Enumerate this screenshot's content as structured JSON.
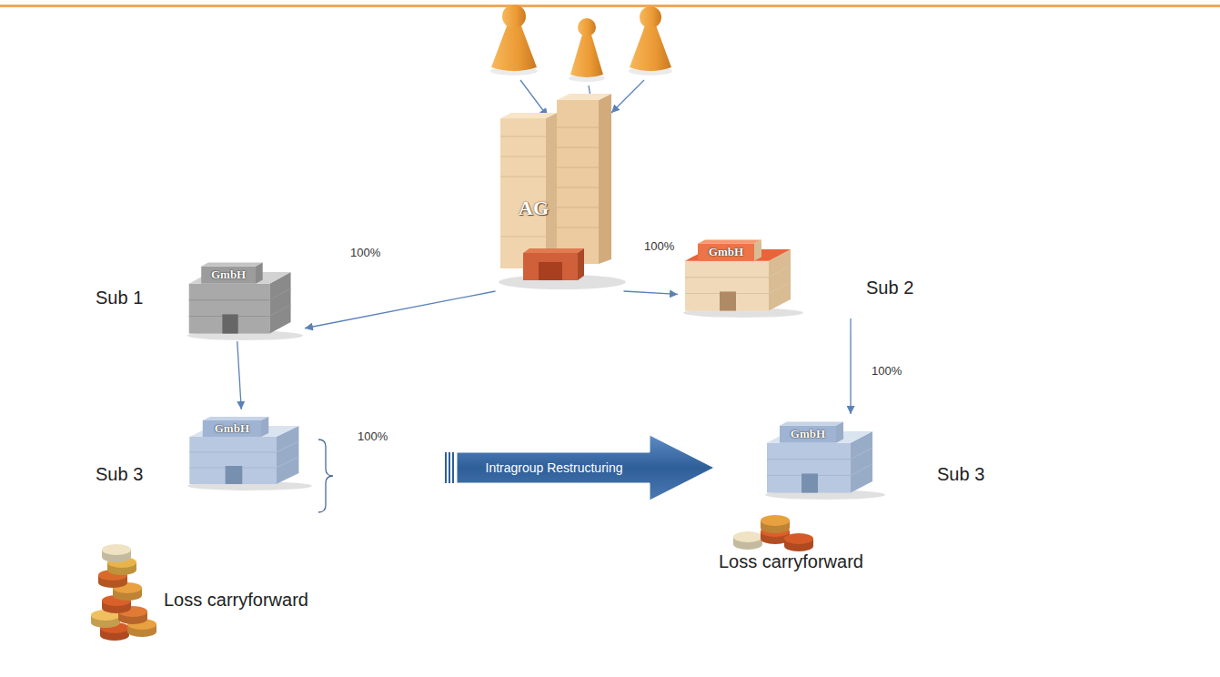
{
  "diagram": {
    "nodes": [
      {
        "text": [
          "AG"
        ]
      },
      {
        "text": [
          "GmbH",
          "Sub 1"
        ]
      },
      {
        "text": [
          "GmbH",
          "Sub 2"
        ]
      },
      {
        "text": [
          "GmbH",
          "Sub 3"
        ]
      },
      {
        "text": [
          "Intragroup Restructuring"
        ]
      },
      {
        "text": [
          "GmbH",
          "Sub 3"
        ]
      }
    ],
    "edges": [
      {
        "from": 0,
        "to": 1,
        "arrow": "to"
      },
      {
        "from": 0,
        "to": 2,
        "arrow": "to"
      },
      {
        "from": 1,
        "to": 3,
        "arrow": "to"
      },
      {
        "from": 2,
        "to": 5,
        "arrow": "to"
      }
    ],
    "labels": [
      "100%",
      "100%",
      "100%",
      "100%",
      "Loss carryforward",
      "Loss carryforward"
    ]
  }
}
